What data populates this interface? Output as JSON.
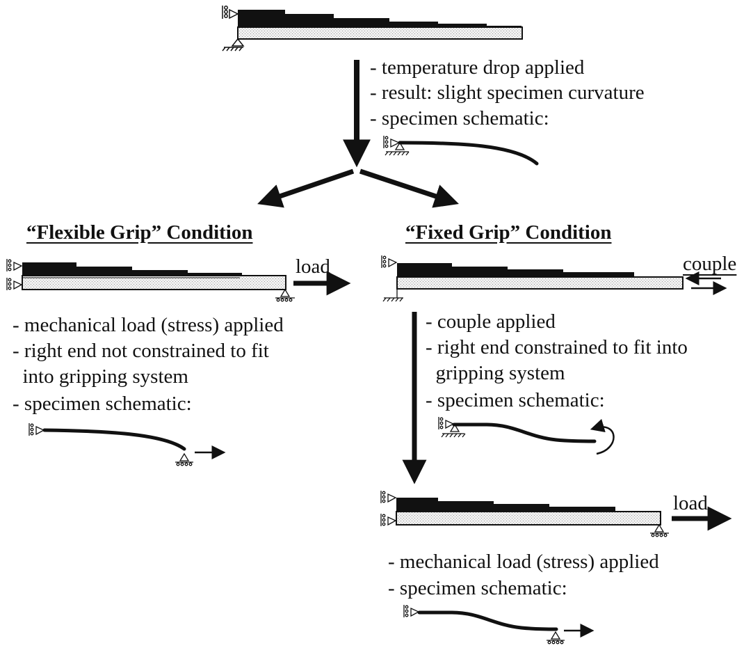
{
  "top": {
    "step_lines": [
      "- temperature drop applied",
      "- result: slight specimen curvature",
      "- specimen schematic:"
    ]
  },
  "flexible": {
    "heading": "“Flexible Grip” Condition",
    "load_label": "load",
    "lines": [
      "- mechanical load (stress) applied",
      "- right end not constrained to fit",
      "  into gripping system",
      "- specimen schematic:"
    ]
  },
  "fixed": {
    "heading": "“Fixed Grip” Condition",
    "couple_label": "couple",
    "lines": [
      "- couple applied",
      "- right end constrained to fit into",
      "  gripping system",
      "- specimen schematic:"
    ],
    "load_label": "load",
    "final_lines": [
      "- mechanical load (stress) applied",
      "- specimen schematic:"
    ]
  }
}
